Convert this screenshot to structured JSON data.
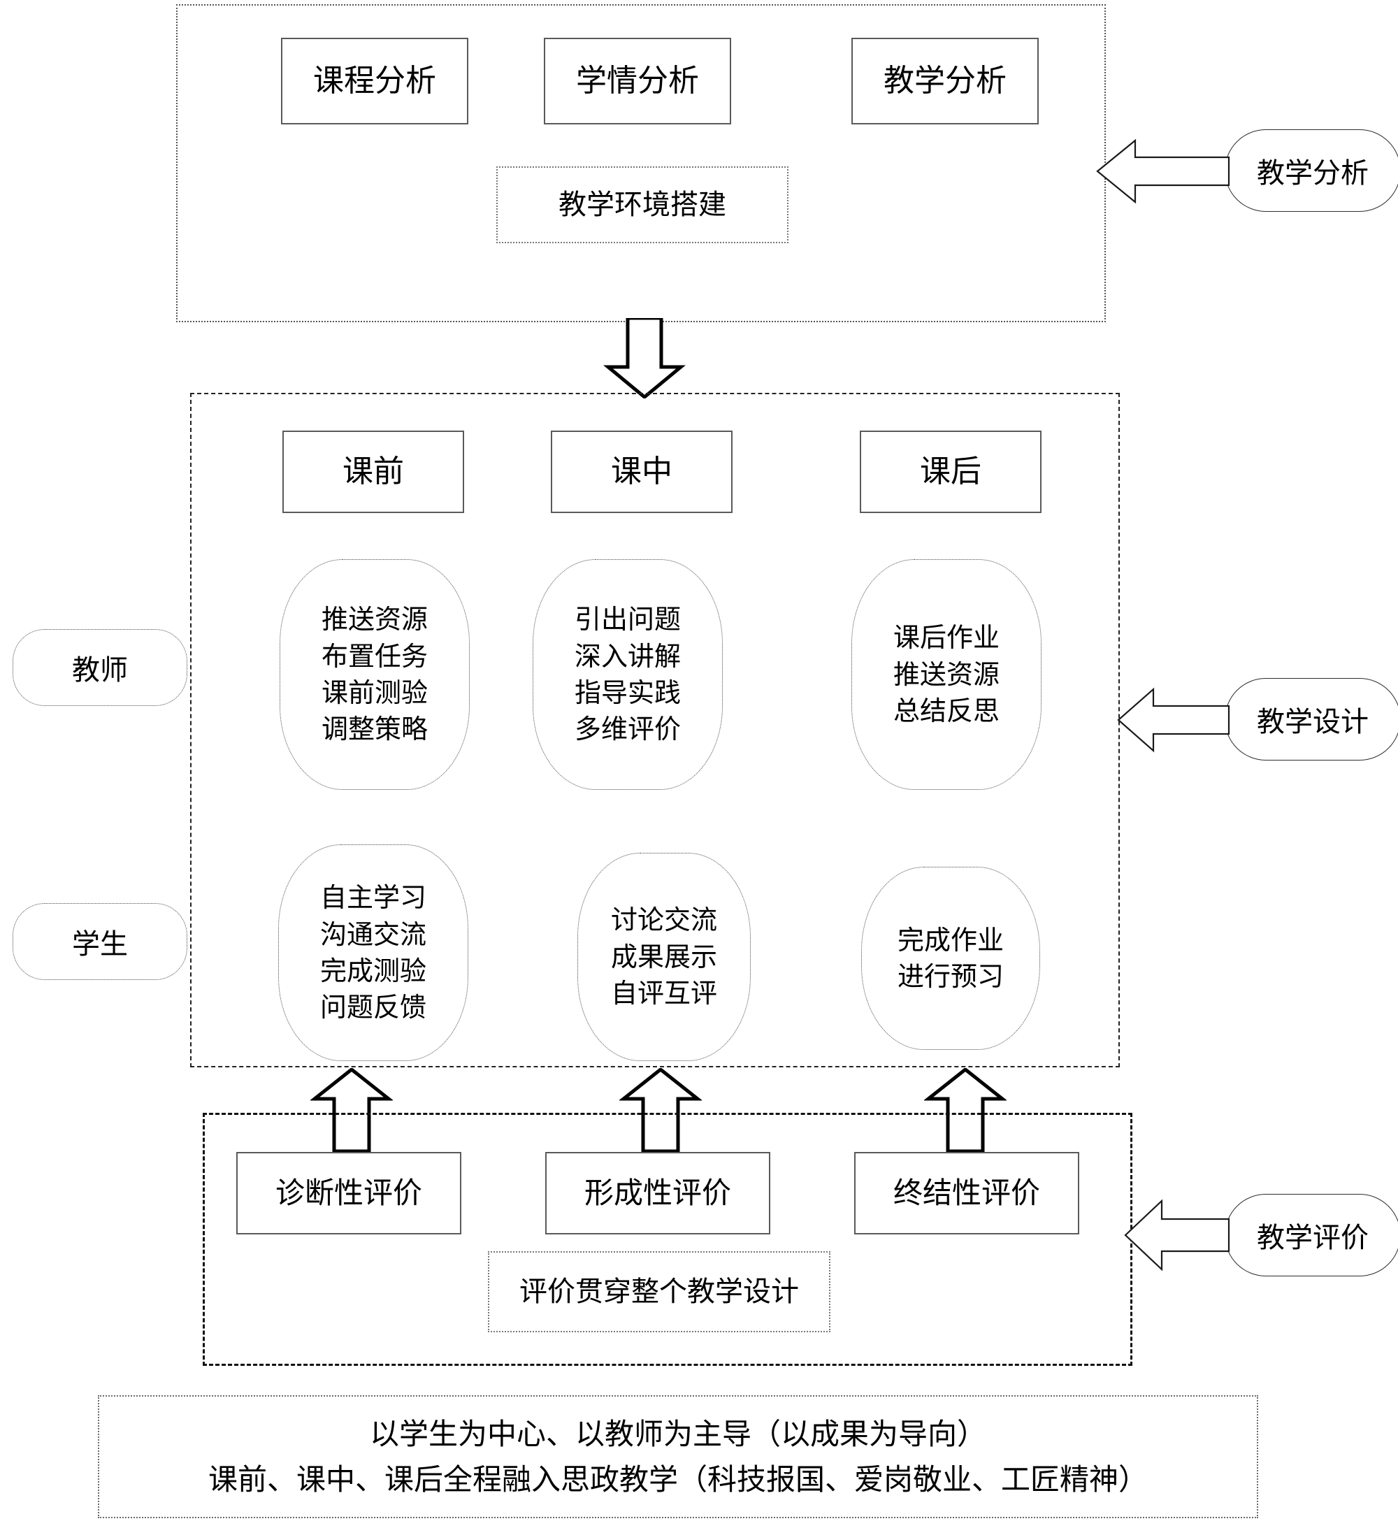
{
  "diagram": {
    "title_note": "教学设计流程图",
    "sections": {
      "analysis": {
        "boxes": [
          {
            "label": "课程分析"
          },
          {
            "label": "学情分析"
          },
          {
            "label": "教学分析"
          }
        ],
        "environment_box": {
          "label": "教学环境搭建"
        },
        "callout": {
          "label": "教学分析"
        }
      },
      "design": {
        "phases": [
          {
            "label": "课前"
          },
          {
            "label": "课中"
          },
          {
            "label": "课后"
          }
        ],
        "roles": [
          {
            "label": "教师"
          },
          {
            "label": "学生"
          }
        ],
        "teacher_activities": [
          {
            "label": "推送资源\n布置任务\n课前测验\n调整策略"
          },
          {
            "label": "引出问题\n深入讲解\n指导实践\n多维评价"
          },
          {
            "label": "课后作业\n推送资源\n总结反思"
          }
        ],
        "student_activities": [
          {
            "label": "自主学习\n沟通交流\n完成测验\n问题反馈"
          },
          {
            "label": "讨论交流\n成果展示\n自评互评"
          },
          {
            "label": "完成作业\n进行预习"
          }
        ],
        "callout": {
          "label": "教学设计"
        }
      },
      "evaluation": {
        "boxes": [
          {
            "label": "诊断性评价"
          },
          {
            "label": "形成性评价"
          },
          {
            "label": "终结性评价"
          }
        ],
        "note_box": {
          "label": "评价贯穿整个教学设计"
        },
        "callout": {
          "label": "教学评价"
        }
      },
      "summary": {
        "text": "以学生为中心、以教师为主导（以成果为导向）\n课前、课中、课后全程融入思政教学（科技报国、爱岗敬业、工匠精神）"
      }
    },
    "connectors": [
      {
        "name": "analysis-to-design",
        "direction": "down"
      },
      {
        "name": "evaluation-to-design-pre",
        "direction": "up"
      },
      {
        "name": "evaluation-to-design-mid",
        "direction": "up"
      },
      {
        "name": "evaluation-to-design-post",
        "direction": "up"
      },
      {
        "name": "analysis-callout-arrow",
        "direction": "left"
      },
      {
        "name": "design-callout-arrow",
        "direction": "left"
      },
      {
        "name": "evaluation-callout-arrow",
        "direction": "left"
      }
    ],
    "colors": {
      "stroke": "#000000",
      "box_border": "#5a5a5a",
      "dotted_border": "#777777",
      "background": "#ffffff"
    }
  }
}
